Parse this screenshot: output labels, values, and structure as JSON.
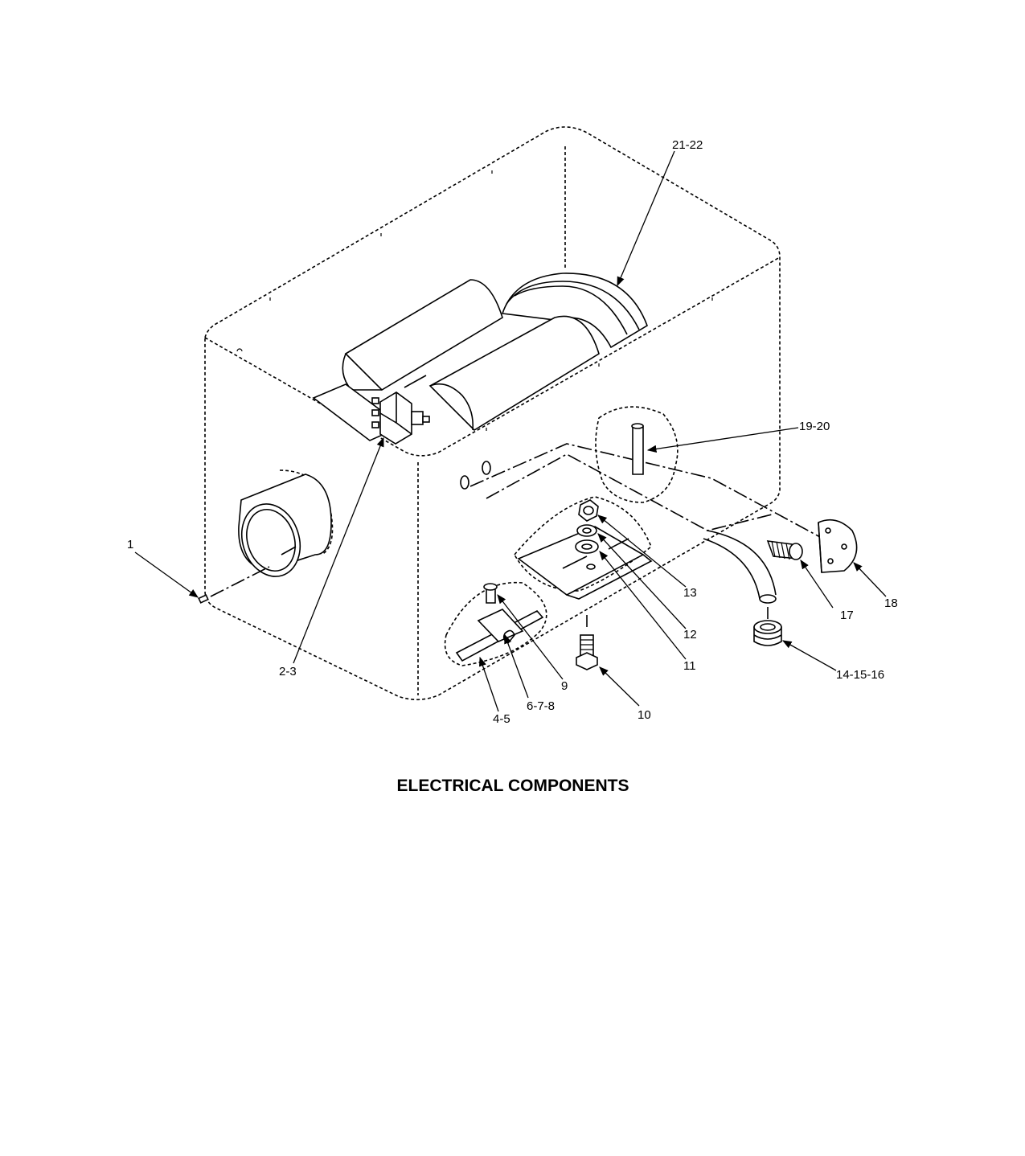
{
  "caption": "ELECTRICAL COMPONENTS",
  "callouts": {
    "c1": "1",
    "c2_3": "2-3",
    "c4_5": "4-5",
    "c6_7_8": "6-7-8",
    "c9": "9",
    "c10": "10",
    "c11": "11",
    "c12": "12",
    "c13": "13",
    "c14_15_16": "14-15-16",
    "c17": "17",
    "c18": "18",
    "c19_20": "19-20",
    "c21_22": "21-22"
  },
  "colors": {
    "ink": "#000000",
    "paper": "#ffffff"
  }
}
